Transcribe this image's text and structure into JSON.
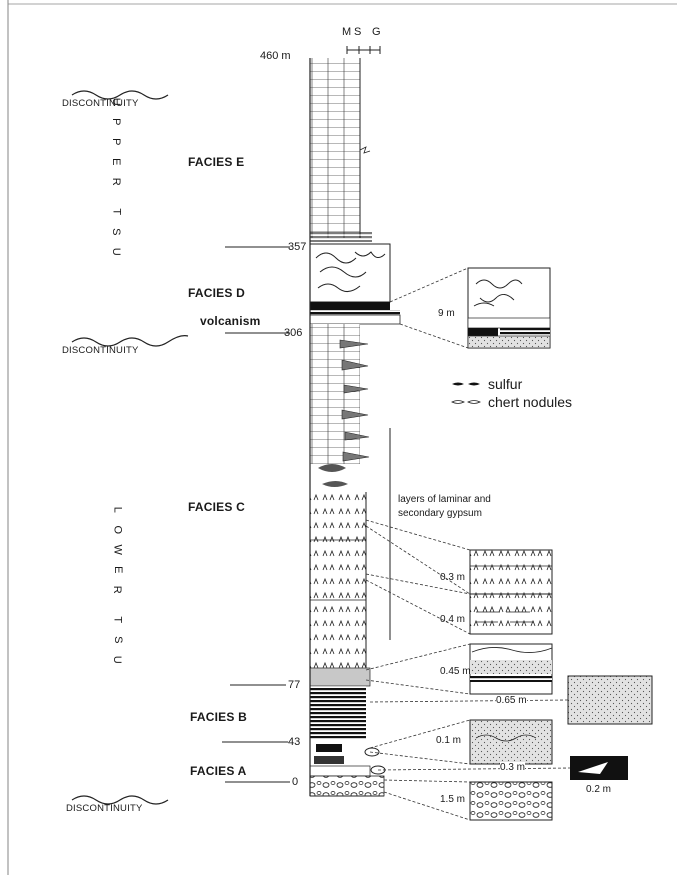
{
  "scale_header": {
    "m": "M",
    "s": "S",
    "g": "G"
  },
  "units": {
    "upper": [
      "U",
      "P",
      "P",
      "E",
      "R",
      "T",
      "S",
      "U"
    ],
    "lower": [
      "L",
      "O",
      "W",
      "E",
      "R",
      "T",
      "S",
      "U"
    ]
  },
  "discontinuity_label": "DISCONTINUITY",
  "heights": {
    "top": "460 m",
    "h357": "357",
    "h306": "306",
    "h77": "77",
    "h43": "43",
    "h0": "0"
  },
  "facies": {
    "e": "FACIES E",
    "d": "FACIES D",
    "c": "FACIES C",
    "b": "FACIES B",
    "a": "FACIES A"
  },
  "volcanism": "volcanism",
  "legend": {
    "sulfur": "sulfur",
    "chert": "chert nodules"
  },
  "gypsum_note": [
    "layers of laminar and",
    "secondary gypsum"
  ],
  "detail_thicknesses": {
    "d": "9 m",
    "c1": "0.3 m",
    "c2": "0.4 m",
    "c3": "0.45 m",
    "b": "0.65 m",
    "a1": "0.1 m",
    "a2": "0.3 m",
    "a3": "0.2 m",
    "a4": "1.5 m"
  },
  "colors": {
    "ink": "#1a1a1a",
    "grey_fill": "#b5b5b5",
    "dot_fill": "#d8d8d8",
    "black_fill": "#111111"
  }
}
